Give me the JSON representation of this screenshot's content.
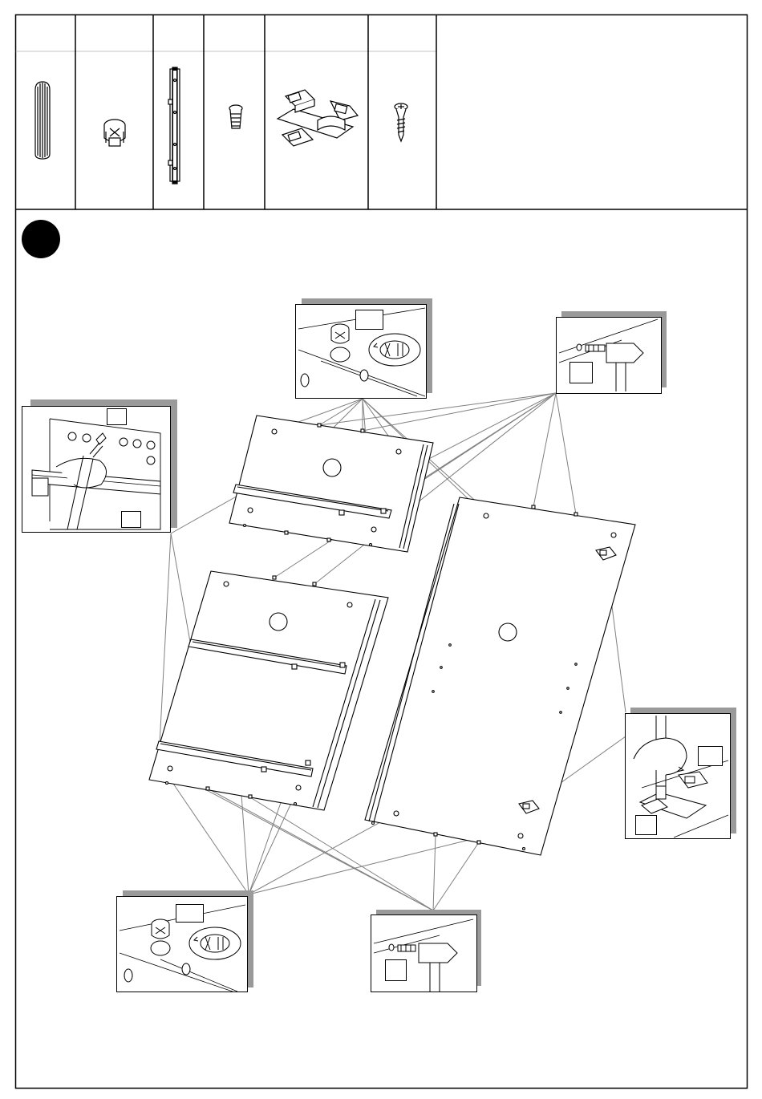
{
  "page": {
    "step_badge_color": "#000000",
    "line_color": "#000000",
    "shadow_color": "#9a9a9a",
    "connector_color": "#808080"
  },
  "parts_table": {
    "columns": [
      {
        "icon": "wood-dowel-icon",
        "label": "",
        "qty": ""
      },
      {
        "icon": "cam-lock-icon",
        "label": "",
        "qty": ""
      },
      {
        "icon": "drawer-slide-icon",
        "label": "",
        "qty": ""
      },
      {
        "icon": "cam-bolt-icon",
        "label": "",
        "qty": ""
      },
      {
        "icon": "hinge-plate-icon",
        "label": "",
        "qty": ""
      },
      {
        "icon": "screw-icon",
        "label": "",
        "qty": ""
      }
    ]
  },
  "step": {
    "number": ""
  },
  "callouts": [
    {
      "name": "cam-lock-callout-top",
      "icon": "cam-lock-icon",
      "label": ""
    },
    {
      "name": "dowel-hammer-callout-top",
      "icon": "hammer-icon",
      "label": ""
    },
    {
      "name": "slide-screw-callout",
      "icon": "screwdriver-icon",
      "label": "",
      "label2": ""
    },
    {
      "name": "hinge-screw-callout",
      "icon": "screwdriver-icon",
      "label": "",
      "label2": ""
    },
    {
      "name": "cam-lock-callout-bottom",
      "icon": "cam-lock-icon",
      "label": ""
    },
    {
      "name": "dowel-hammer-callout-bottom",
      "icon": "hammer-icon",
      "label": ""
    }
  ]
}
